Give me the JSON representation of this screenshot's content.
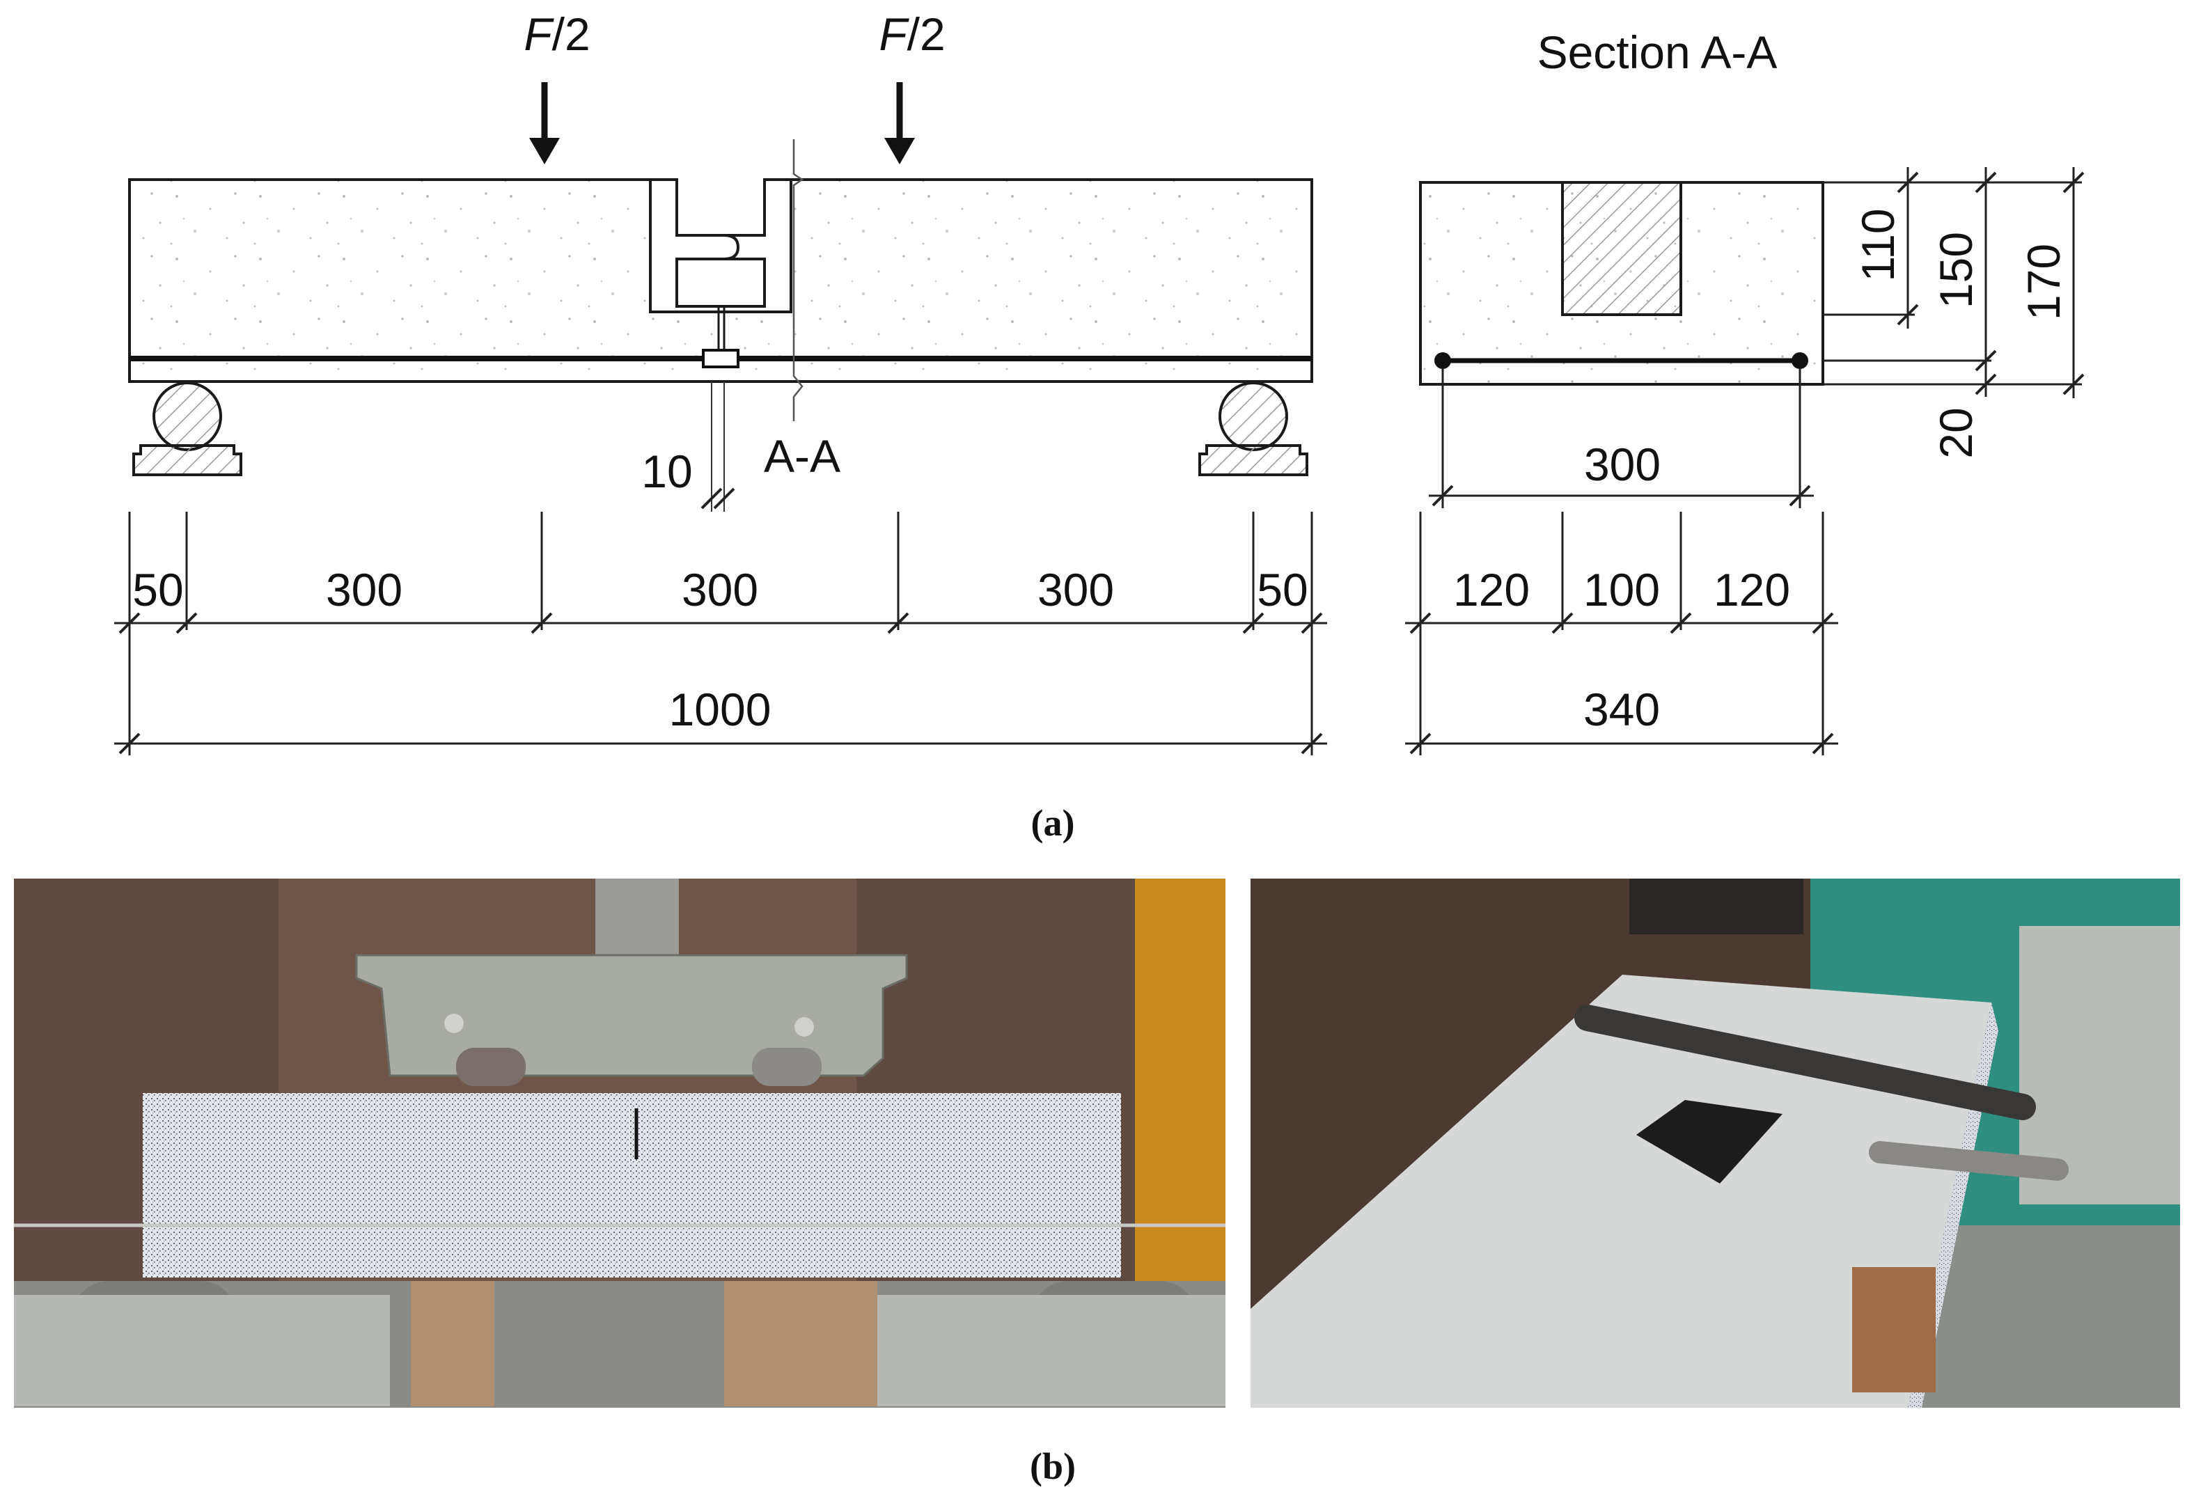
{
  "panel_a": {
    "caption": "(a)",
    "load_left": "F/2",
    "load_right": "F/2",
    "section_cut_label": "A-A",
    "notch_width_label": "10",
    "section_title": "Section A-A",
    "span_dims": [
      "50",
      "300",
      "300",
      "300",
      "50"
    ],
    "total_length": "1000",
    "section_bottom_dims": [
      "120",
      "100",
      "120"
    ],
    "section_width": "340",
    "section_rebar_width": "300",
    "section_height_dims": [
      "110",
      "150",
      "170"
    ],
    "section_cover": "20"
  },
  "panel_b": {
    "caption": "(b)"
  }
}
